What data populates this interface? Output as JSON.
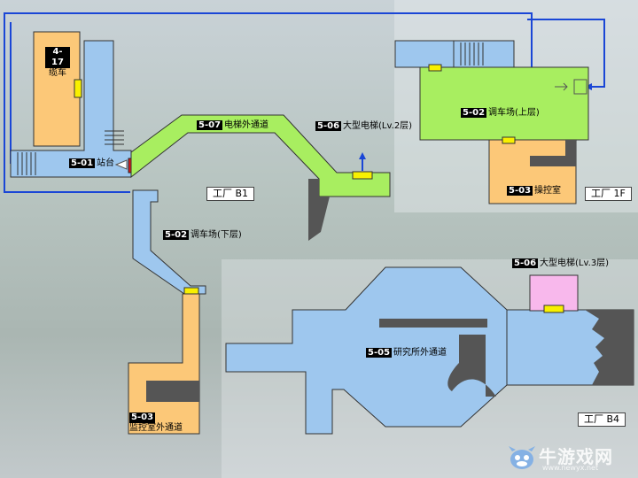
{
  "areas": {
    "cable_car": {
      "code": "4-17",
      "name": "缆车"
    },
    "platform": {
      "code": "5-01",
      "name": "站台"
    },
    "corridor_b1": {
      "code": "5-07",
      "name": "电梯外通道"
    },
    "elevator_lv2": {
      "code": "5-06",
      "name": "大型电梯(Lv.2层)"
    },
    "yard_upper": {
      "code": "5-02",
      "name": "调车场(上层)"
    },
    "control_room": {
      "code": "5-03",
      "name": "操控室"
    },
    "yard_lower": {
      "code": "5-02",
      "name": "调车场(下层)"
    },
    "elevator_lv3": {
      "code": "5-06",
      "name": "大型电梯(Lv.3层)"
    },
    "research_corridor": {
      "code": "5-05",
      "name": "研究所外通道"
    },
    "monitor_corridor": {
      "code": "5-03",
      "name": "监控室外通道"
    }
  },
  "floors": {
    "b1": "工厂 B1",
    "f1": "工厂 1F",
    "b4": "工厂 B4"
  },
  "watermark": {
    "name": "牛游戏网",
    "url": "www.newyx.net"
  },
  "colors": {
    "corridor_blue": "#9ec7ee",
    "corridor_green": "#a8ee60",
    "room_orange": "#fcc878",
    "elevator_pink": "#f8b8ec",
    "door_yellow": "#f8f000",
    "route_blue": "#1a46d6",
    "wall_gray": "#555555"
  }
}
